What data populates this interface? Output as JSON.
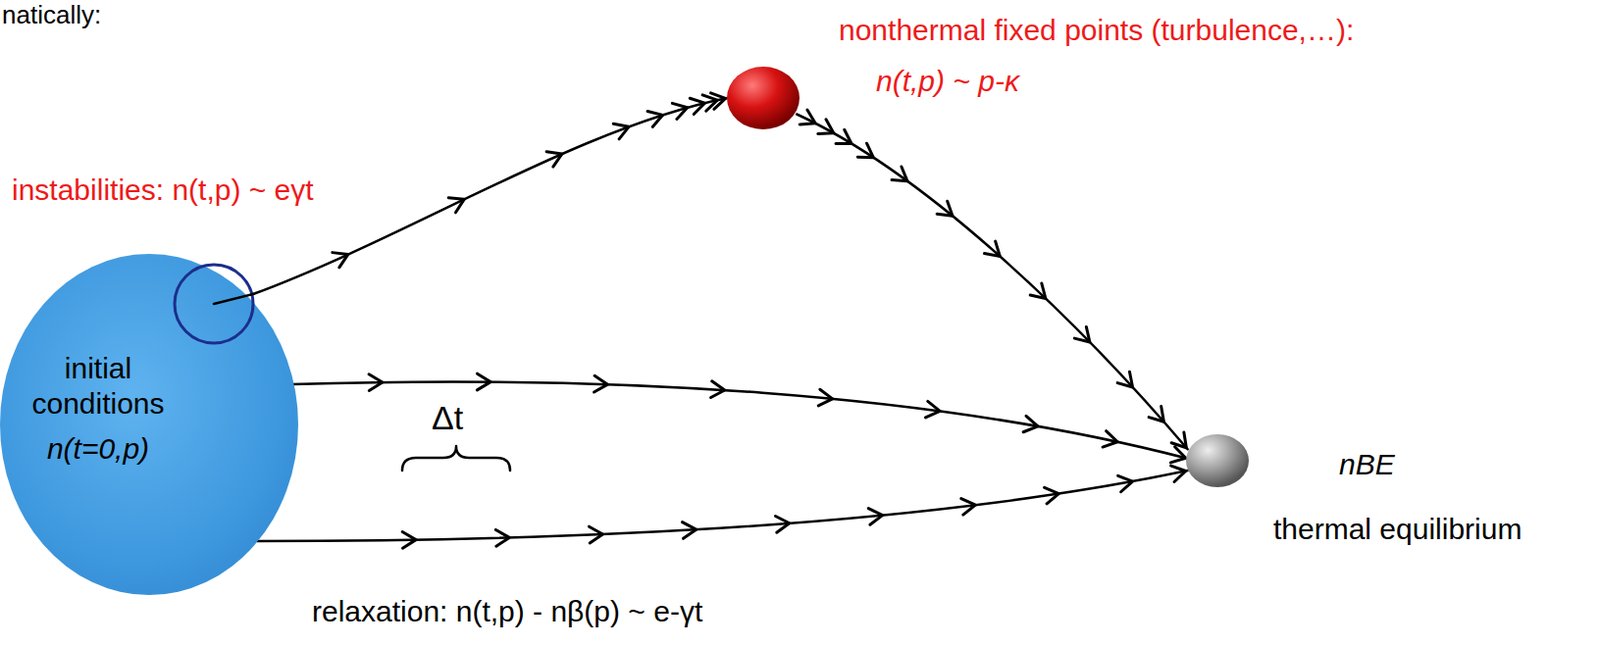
{
  "diagram": {
    "nodes": [
      {
        "text": [
          "initial conditions",
          "n(t=0,p)"
        ]
      },
      {
        "text": [
          "nonthermal fixed points (turbulence,…):",
          "n(t,p) ~ p-κ"
        ]
      },
      {
        "text": [
          "nBE",
          "thermal equilibrium"
        ]
      }
    ],
    "edges": [
      {
        "from": 0,
        "to": 1,
        "arrow": "to"
      },
      {
        "from": 1,
        "to": 2,
        "arrow": "to"
      },
      {
        "from": 0,
        "to": 2,
        "arrow": "to"
      },
      {
        "from": 0,
        "to": 2,
        "arrow": "to"
      }
    ],
    "labels": [
      "natically:",
      "instabilities: n(t,p) ~ eγt",
      "Δt",
      "relaxation: n(t,p) - nβ(p) ~ e-γt"
    ]
  }
}
